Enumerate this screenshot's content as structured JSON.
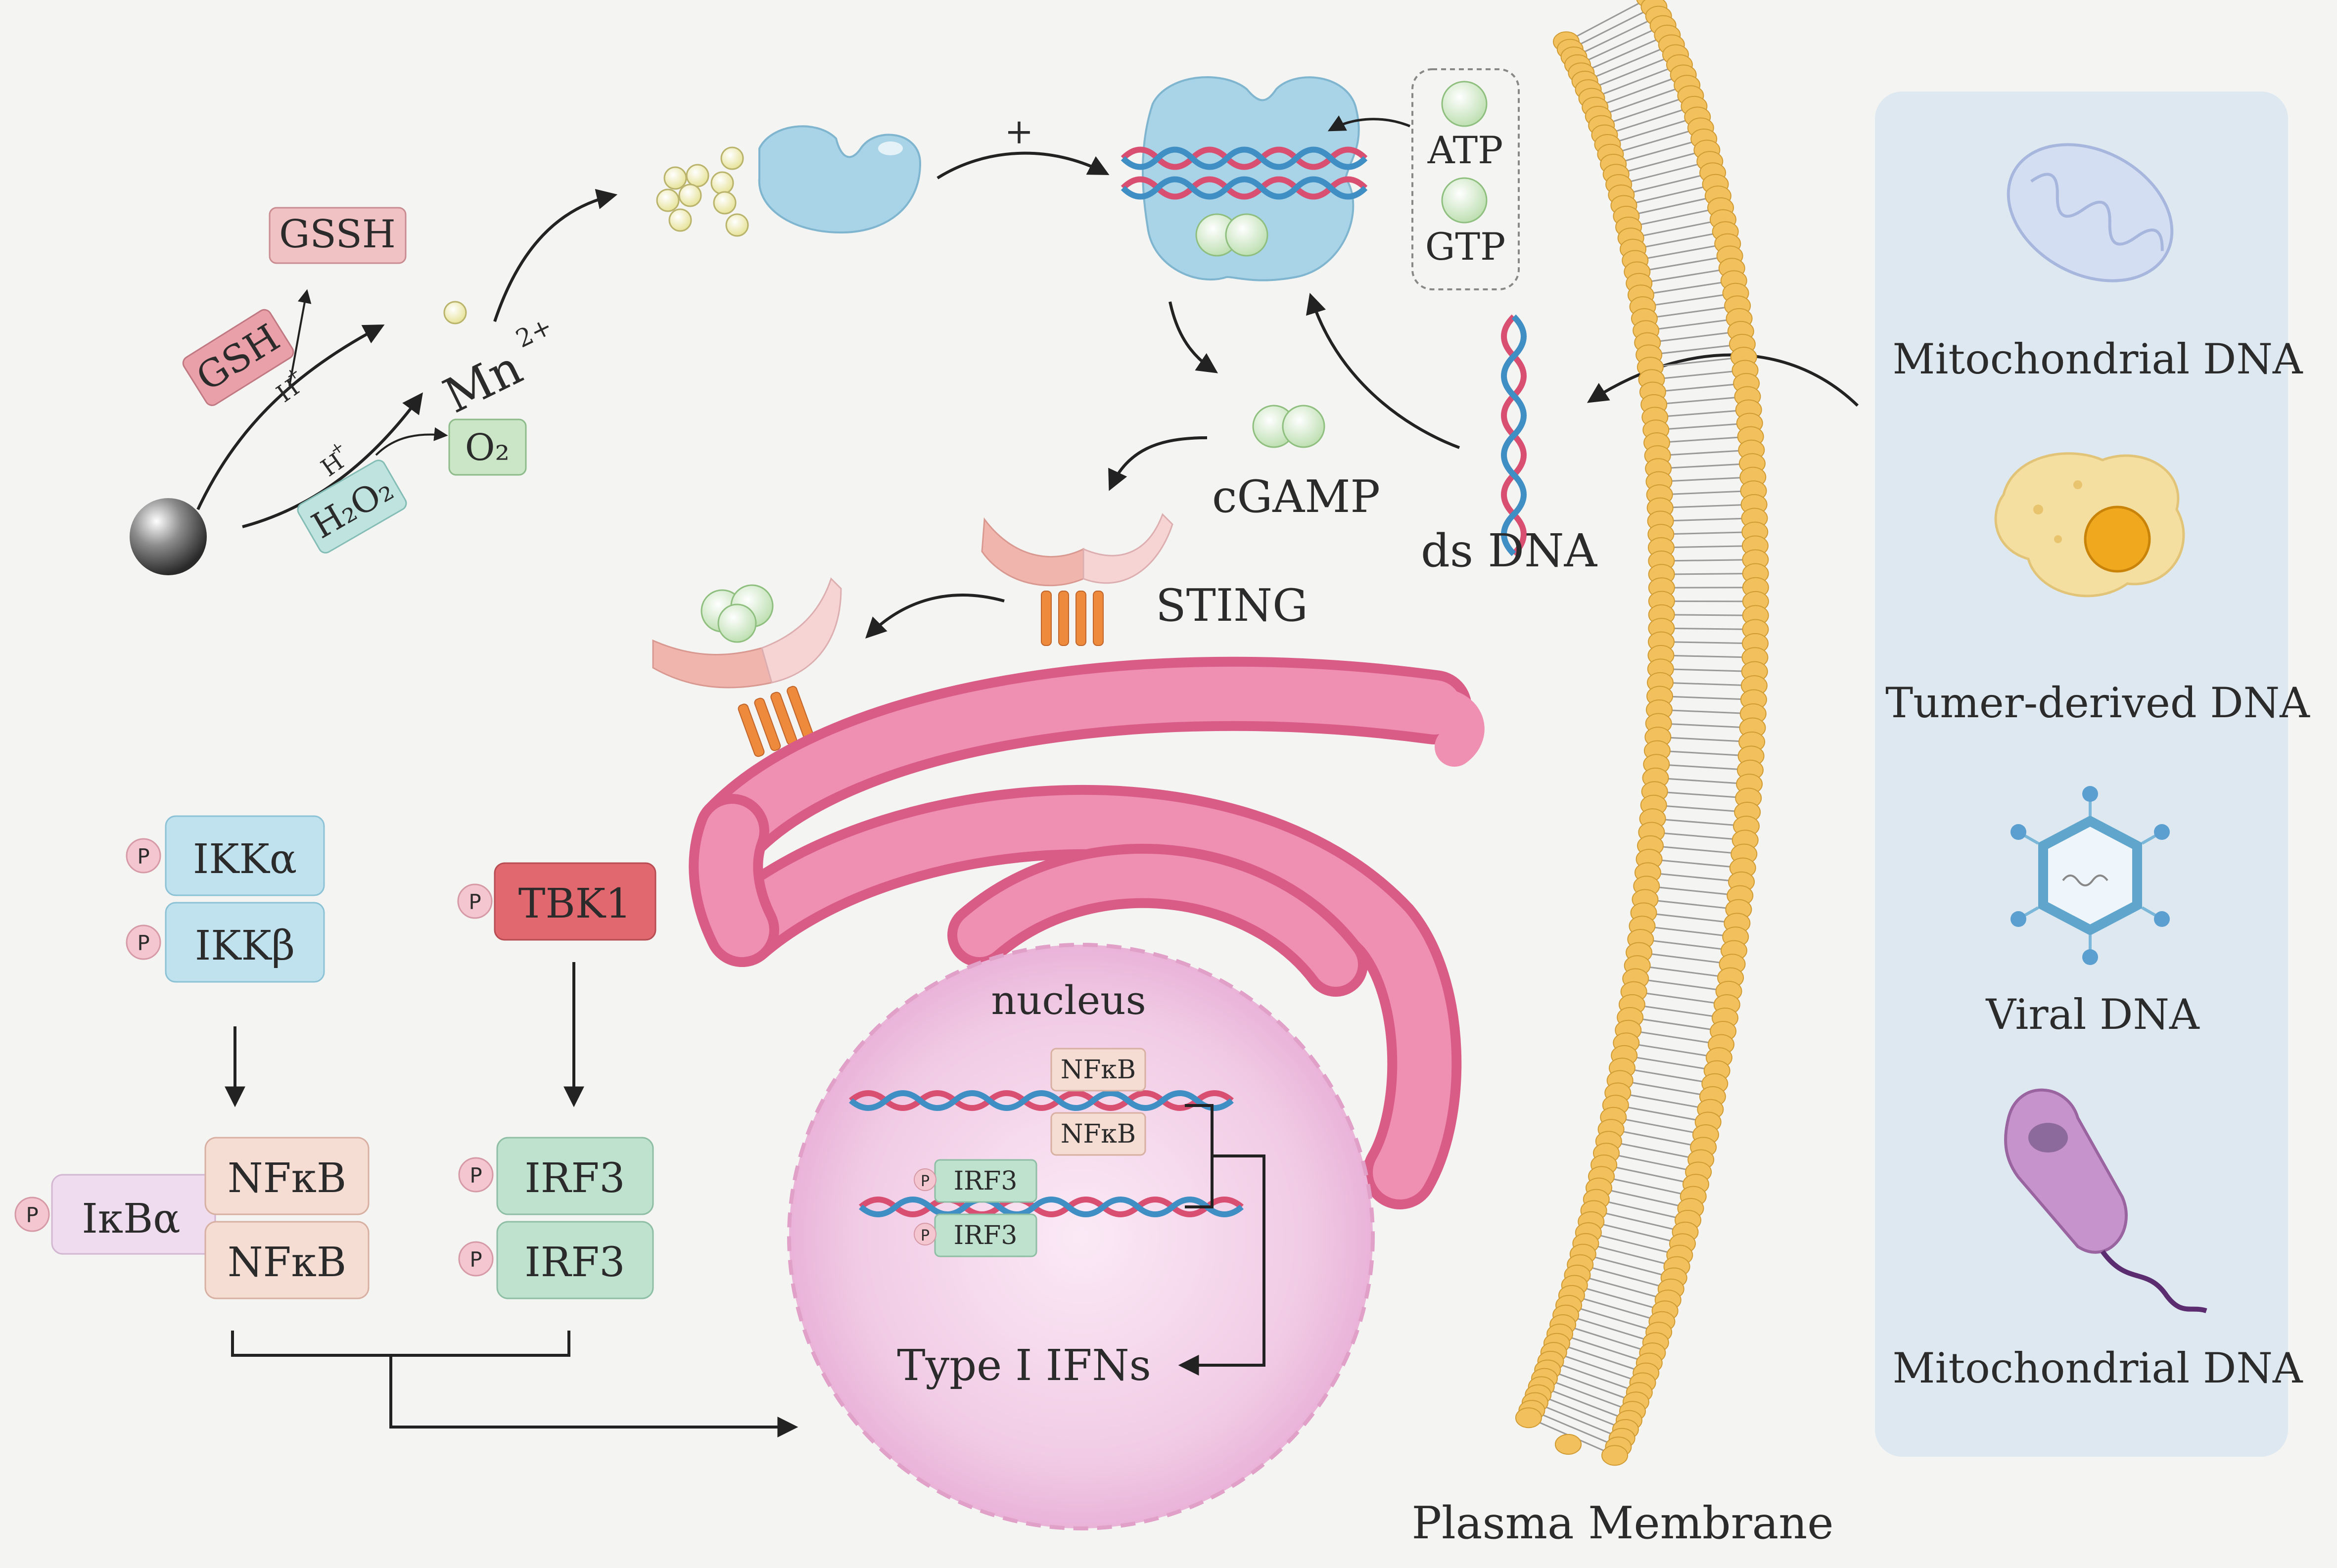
{
  "labels": {
    "gssh": "GSSH",
    "gsh": "GSH",
    "h_plus_1": "H",
    "h_plus_2": "H",
    "plus_sup": "+",
    "mn": "Mn",
    "mn_charge": "2+",
    "o2": "O₂",
    "h2o2": "H₂O₂",
    "activation_plus": "+",
    "atp": "ATP",
    "gtp": "GTP",
    "cgamp": "cGAMP",
    "ds_dna": "ds DNA",
    "sting": "STING",
    "nucleus": "nucleus",
    "type_ifns": "Type Ⅰ IFNs",
    "plasma_membrane": "Plasma Membrane"
  },
  "kinases": {
    "ikka": "IKKα",
    "ikkb": "IKKβ",
    "tbk1": "TBK1",
    "nfkb_top": "NFκB",
    "nfkb_bottom": "NFκB",
    "ikba": "IκBα",
    "irf3_top": "IRF3",
    "irf3_bottom": "IRF3",
    "phospho": "P"
  },
  "nucleus_factors": {
    "nfkb_a": "NFκB",
    "nfkb_b": "NFκB",
    "irf3_a": "IRF3",
    "irf3_b": "IRF3"
  },
  "sources": {
    "mito_1": "Mitochondrial DNA",
    "tumor": "Tumer-derived DNA",
    "viral": "Viral DNA",
    "mito_2": "Mitochondrial DNA"
  },
  "colors": {
    "gssh_fill": "#f0c2c4",
    "gsh_fill": "#e9a0a8",
    "o2_fill": "#cbe6c6",
    "h2o2_fill": "#bfe3df",
    "enzyme": "#a9d3e6",
    "cgamp": "#cfe8c2",
    "er": "#e8789a",
    "sting": "#f0b6ae",
    "helix_orange": "#ee8a3c",
    "ikk_fill": "#bfe2ee",
    "tbk1_fill": "#e0686e",
    "nfkb_fill": "#f6ddd4",
    "irf3_fill": "#bfe2cf",
    "ikba_fill": "#efdcef",
    "nucleus_fill": "#f3cbe4",
    "membrane_head": "#f2c15e",
    "side_panel": "#dde8f1"
  }
}
